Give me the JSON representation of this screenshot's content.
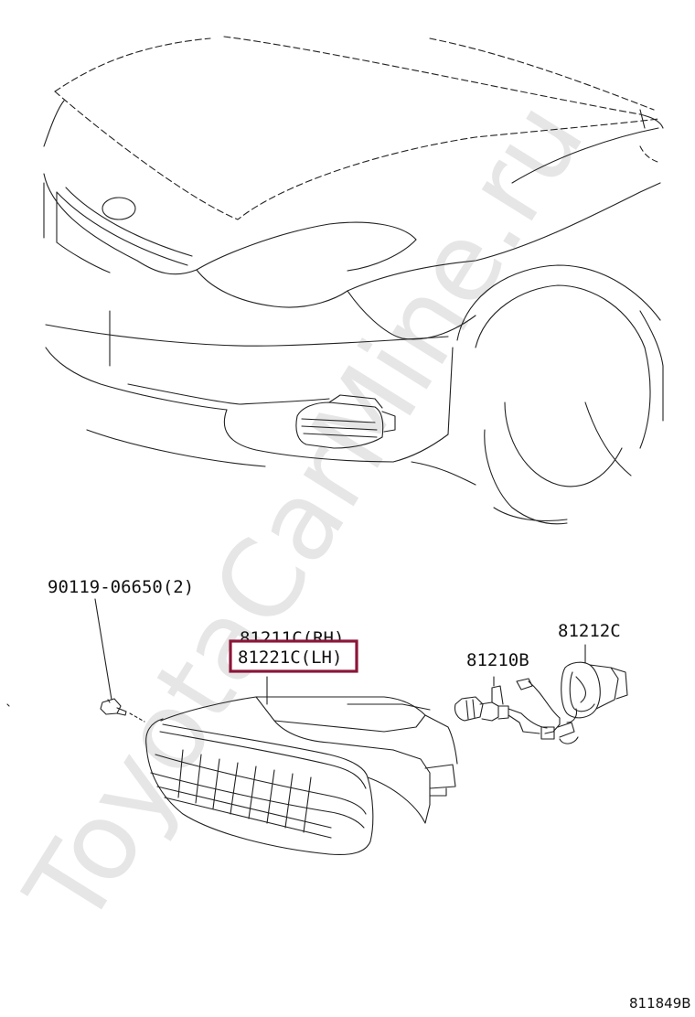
{
  "watermark": "ToyotaCarMine.ru",
  "diagram_code": "811849B",
  "highlight_color": "#8b1538",
  "parts": [
    {
      "id": "bolt",
      "label": "90119-06650(2)"
    },
    {
      "id": "lamp-rh",
      "label": "81211C(RH)"
    },
    {
      "id": "lamp-lh",
      "label": "81221C(LH)"
    },
    {
      "id": "bulb",
      "label": "81210B"
    },
    {
      "id": "socket",
      "label": "81212C"
    }
  ]
}
